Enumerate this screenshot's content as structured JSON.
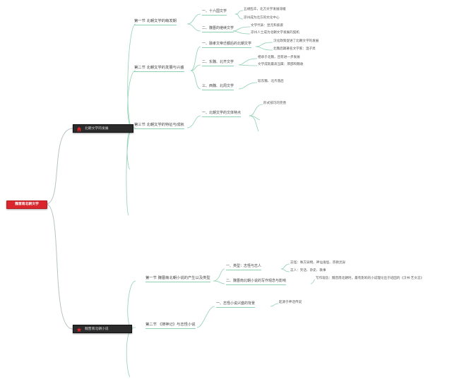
{
  "root": {
    "label": "魏晋南北朝文学"
  },
  "chapters": [
    {
      "label": "北朝文学的发展",
      "icon": "home-icon",
      "color": "#d9262c"
    },
    {
      "label": "魏晋南北朝小说",
      "icon": "star-icon",
      "color": "#d9262c"
    }
  ],
  "sections": [
    "第一节 北朝文学的萌发期",
    "第二节 北朝文学的发展与兴盛",
    "第三节 北朝文学的特征与成就",
    "第一节 魏晋南北朝小说的产生以及类型",
    "第二节 《搜神记》与志怪小说"
  ],
  "topics": [
    "一、十六国文学",
    "二、魏晋的继续文学",
    "一、融孝文帝迁都后的北朝文学",
    "二、东魏、北齐文学",
    "三、西魏、北周文学",
    "一、北朝文学的文体特点",
    "一、类型：志怪与志人",
    "二、魏晋南北朝小说的写作观念与影响",
    "一、志怪小说兴盛的背景"
  ],
  "details": [
    "五胡乱华，北方文学发展滞缓",
    "凉州成为北方的文化中心",
    "文学代表：昆元和索袭",
    "凉州人士成为北朝文学发展的契机",
    "汉化政策促进了北朝文学的发展",
    "北魏后期著名文学家：温子昇",
    "相承于北魏，且有进一步发展",
    "文学成就最高当属：邢邵和魏收",
    "较东魏、北齐落后",
    "形式技巧的完善",
    "志怪：殊方异物、神仙鬼怪、宗教灵异",
    "志人：笑话、杂史、轶事",
    "写作观念：魏晋南北朝时，最有影响的小说理论出于班固的《汉书·艺文志》",
    "起源于神话传说"
  ]
}
